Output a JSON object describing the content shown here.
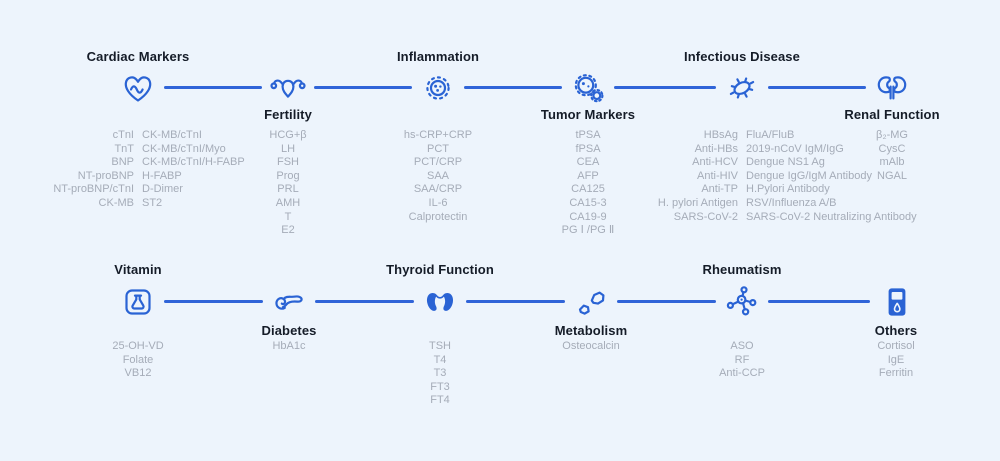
{
  "palette": {
    "background": "#edf4fc",
    "accent": "#2a63d4",
    "line": "#3064d8",
    "label_color": "#151c28",
    "item_color": "#a5acb8"
  },
  "groups": {
    "cardiac_markers": {
      "label": "Cardiac Markers",
      "icon": "heart-pulse-icon",
      "columns": [
        [
          "cTnI",
          "TnT",
          "BNP",
          "NT-proBNP",
          "NT-proBNP/cTnI",
          "CK-MB"
        ],
        [
          "CK-MB/cTnI",
          "CK-MB/cTnI/Myo",
          "CK-MB/cTnI/H-FABP",
          "H-FABP",
          "D-Dimer",
          "ST2"
        ]
      ]
    },
    "fertility": {
      "label": "Fertility",
      "icon": "uterus-icon",
      "items": [
        "HCG+β",
        "LH",
        "FSH",
        "Prog",
        "PRL",
        "AMH",
        "T",
        "E2"
      ]
    },
    "inflammation": {
      "label": "Inflammation",
      "icon": "virus-icon",
      "items": [
        "hs-CRP+CRP",
        "PCT",
        "PCT/CRP",
        "SAA",
        "SAA/CRP",
        "IL-6",
        "Calprotectin"
      ]
    },
    "tumor_markers": {
      "label": "Tumor Markers",
      "icon": "cell-icon",
      "items": [
        "tPSA",
        "fPSA",
        "CEA",
        "AFP",
        "CA125",
        "CA15-3",
        "CA19-9",
        "PG Ⅰ /PG Ⅱ"
      ]
    },
    "infectious_disease": {
      "label": "Infectious Disease",
      "icon": "bacteria-icon",
      "columns": [
        [
          "HBsAg",
          "Anti-HBs",
          "Anti-HCV",
          "Anti-HIV",
          "Anti-TP",
          "H. pylori Antigen",
          "SARS-CoV-2"
        ],
        [
          "FluA/FluB",
          "2019-nCoV IgM/IgG",
          "Dengue NS1 Ag",
          "Dengue IgG/IgM Antibody",
          "H.Pylori Antibody",
          "RSV/Influenza A/B",
          "SARS-CoV-2 Neutralizing Antibody"
        ]
      ]
    },
    "renal_function": {
      "label": "Renal Function",
      "icon": "kidneys-icon",
      "items": [
        "β₂-MG",
        "CysC",
        "mAlb",
        "NGAL"
      ]
    },
    "vitamin": {
      "label": "Vitamin",
      "icon": "flask-icon",
      "items": [
        "25-OH-VD",
        "Folate",
        "VB12"
      ]
    },
    "diabetes": {
      "label": "Diabetes",
      "icon": "pancreas-icon",
      "items": [
        "HbA1c"
      ]
    },
    "thyroid_function": {
      "label": "Thyroid Function",
      "icon": "thyroid-icon",
      "items": [
        "TSH",
        "T4",
        "T3",
        "FT3",
        "FT4"
      ]
    },
    "metabolism": {
      "label": "Metabolism",
      "icon": "bone-joint-icon",
      "items": [
        "Osteocalcin"
      ]
    },
    "rheumatism": {
      "label": "Rheumatism",
      "icon": "molecule-icon",
      "items": [
        "ASO",
        "RF",
        "Anti-CCP"
      ]
    },
    "others": {
      "label": "Others",
      "icon": "glucose-meter-icon",
      "items": [
        "Cortisol",
        "IgE",
        "Ferritin"
      ]
    }
  }
}
